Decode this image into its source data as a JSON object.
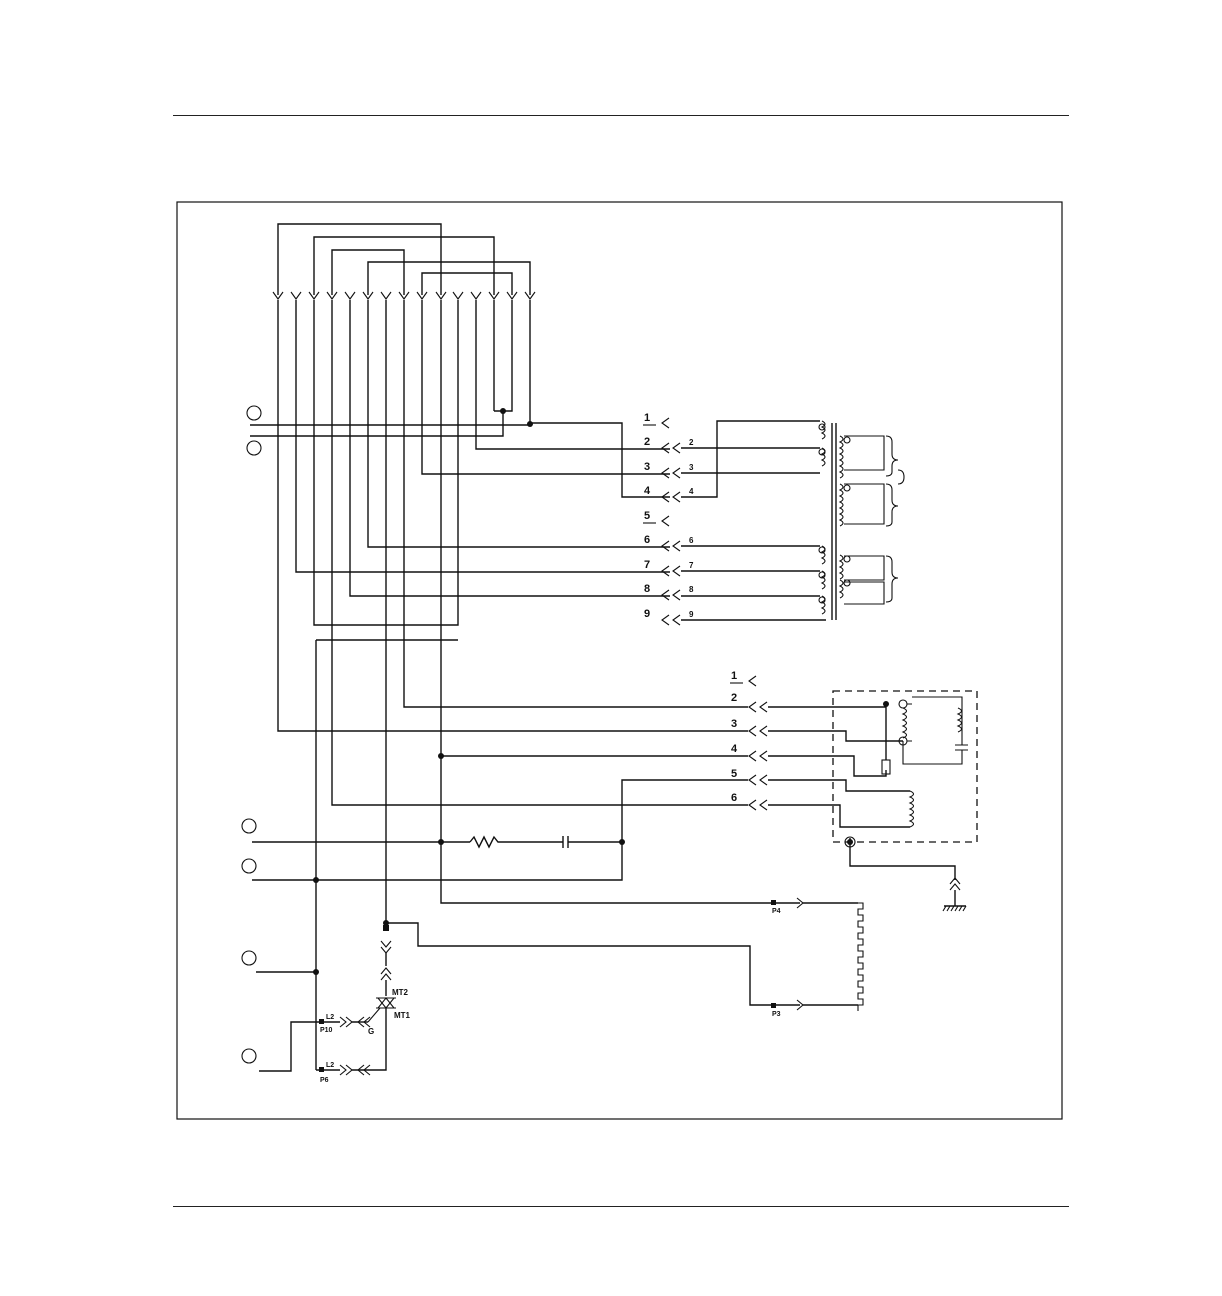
{
  "diagram": {
    "connector_a": {
      "pins": [
        "1",
        "2",
        "3",
        "4",
        "5",
        "6",
        "7",
        "8",
        "9"
      ],
      "mating_pins": [
        "2",
        "3",
        "4",
        "6",
        "7",
        "8",
        "9"
      ]
    },
    "connector_b": {
      "pins": [
        "1",
        "2",
        "3",
        "4",
        "5",
        "6"
      ]
    },
    "triac": {
      "mt2_label": "MT2",
      "mt1_label": "MT1",
      "gate_label": "G"
    },
    "terminals": {
      "p10": "P10",
      "p6": "P6",
      "p4": "P4",
      "p3": "P3",
      "p10_tag": "L2",
      "p6_tag": "L2"
    }
  }
}
